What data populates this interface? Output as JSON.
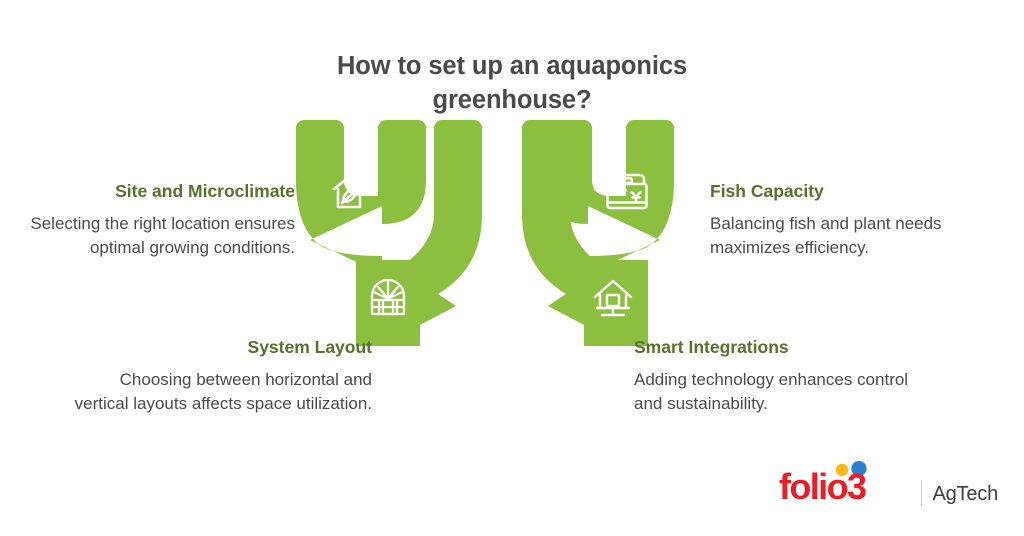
{
  "title": "How to set up an aquaponics greenhouse?",
  "colors": {
    "arrow_green": "#8cbf3f",
    "heading_green": "#59702f",
    "body_gray": "#4b4b4b",
    "title_gray": "#4a4a4a",
    "logo_red": "#ed1c24",
    "logo_yellow": "#fdb913",
    "logo_blue": "#2e7fd4",
    "background": "#ffffff"
  },
  "items": [
    {
      "id": "site",
      "heading": "Site and Microclimate",
      "body": "Selecting the right location ensures optimal growing conditions.",
      "icon": "house-leaf-icon",
      "direction": "left",
      "position": "upper-left"
    },
    {
      "id": "fish",
      "heading": "Fish Capacity",
      "body": "Balancing fish and plant needs maximizes efficiency.",
      "icon": "aquarium-tank-icon",
      "direction": "right",
      "position": "upper-right"
    },
    {
      "id": "layout",
      "heading": "System Layout",
      "body": "Choosing between horizontal and vertical layouts affects space utilization.",
      "icon": "arched-greenhouse-icon",
      "direction": "down",
      "position": "lower-left"
    },
    {
      "id": "smart",
      "heading": "Smart Integrations",
      "body": "Adding technology enhances control and sustainability.",
      "icon": "greenhouse-bench-icon",
      "direction": "down",
      "position": "lower-right"
    }
  ],
  "logo": {
    "wordmark": "folio3",
    "suffix": "AgTech"
  }
}
